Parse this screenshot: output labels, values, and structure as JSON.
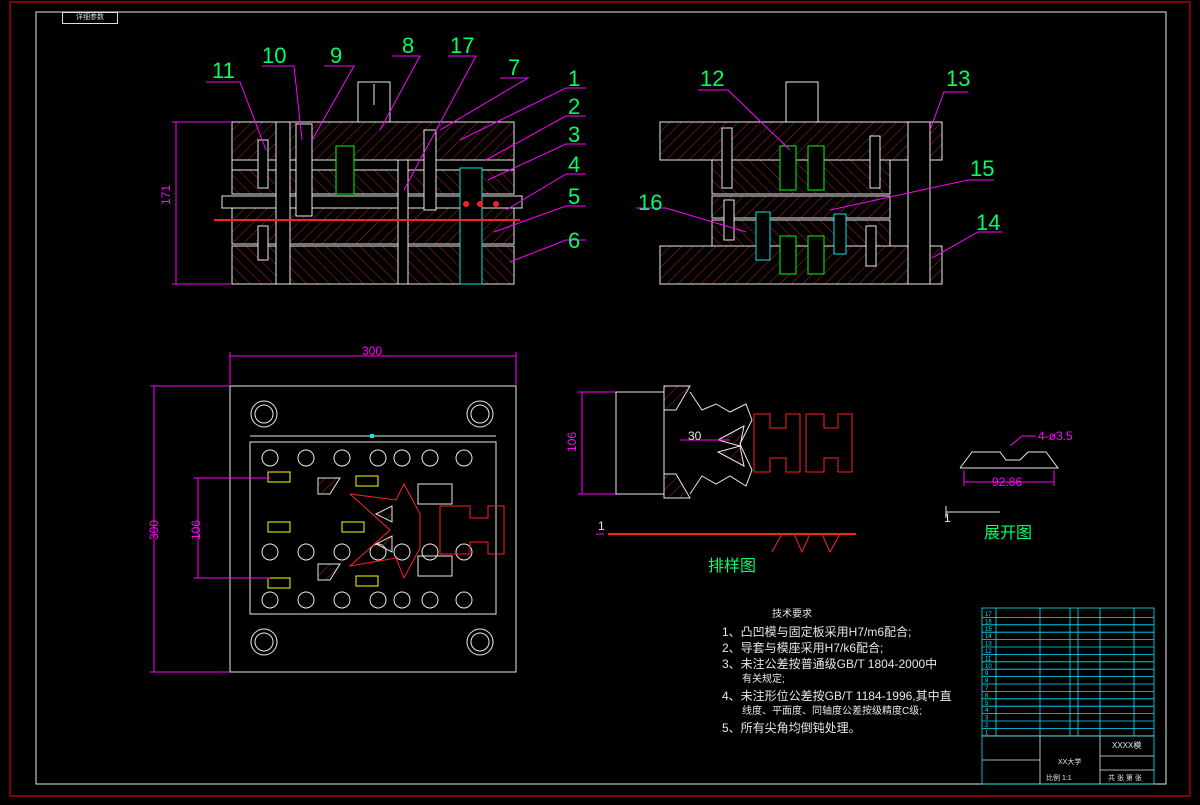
{
  "corner_tag": "详细参数",
  "front_view": {
    "dim_height": "171",
    "callouts_left": [
      "11",
      "10",
      "9",
      "8",
      "17",
      "7"
    ],
    "callouts_right": [
      "1",
      "2",
      "3",
      "4",
      "5",
      "6"
    ]
  },
  "side_view": {
    "callouts": [
      "12",
      "13",
      "15",
      "16",
      "14"
    ]
  },
  "plan_view": {
    "dim_width": "300",
    "dim_height": "300",
    "dim_inner": "106"
  },
  "strip_layout": {
    "dim_width": "106",
    "dim_pitch": "30",
    "dim_thickness": "1",
    "caption": "排样图"
  },
  "blank": {
    "dim_holes": "4-ø3.5",
    "dim_length": "92.86",
    "dim_thickness": "1",
    "caption": "展开图"
  },
  "tech_notes": {
    "title": "技术要求",
    "lines": [
      "1、凸凹模与固定板采用H7/m6配合;",
      "2、导套与模座采用H7/k6配合;",
      "3、未注公差按普通级GB/T 1804-2000中",
      "有关规定;",
      "4、未注形位公差按GB/T 1184-1996,其中直",
      "线度、平面度、同轴度公差按级精度C级;",
      "5、所有尖角均倒钝处理。"
    ]
  },
  "title_block": {
    "part_numbers": [
      "17",
      "16",
      "15",
      "14",
      "13",
      "12",
      "11",
      "10",
      "9",
      "8",
      "7",
      "6",
      "5",
      "4",
      "3",
      "2",
      "1"
    ],
    "drawing_name": "XXXX模",
    "school": "XX大学",
    "scale_label": "比例 1:1",
    "sheet_label": "共 张 第 张"
  },
  "colors": {
    "frame": "#ff0000",
    "hatch": "#cc2222",
    "outline": "#e8e8e8",
    "callout_line": "#ff00ff",
    "callout_text": "#00ff66",
    "dim": "#ff00ff",
    "table": "#00e5ff",
    "strip": "#ff2020",
    "part_cyan": "#00e5e5",
    "part_green": "#00ff00"
  }
}
